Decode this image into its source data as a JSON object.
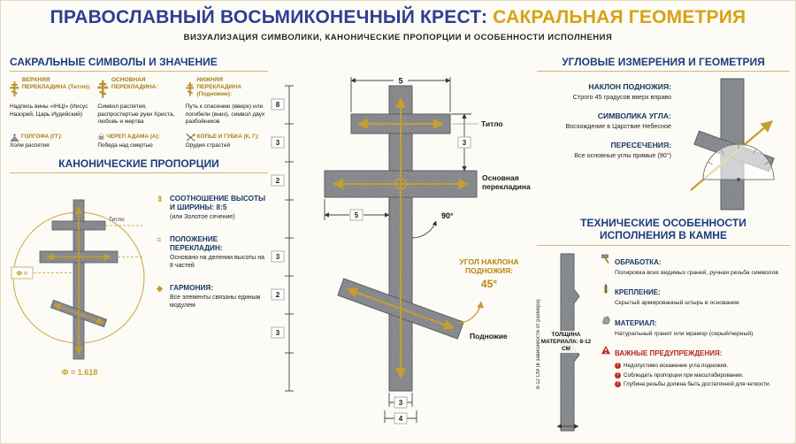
{
  "header": {
    "title_blue": "ПРАВОСЛАВНЫЙ ВОСЬМИКОНЕЧНЫЙ КРЕСТ:",
    "title_gold": "САКРАЛЬНАЯ ГЕОМЕТРИЯ",
    "subtitle": "ВИЗУАЛИЗАЦИЯ СИМВОЛИКИ, КАНОНИЧЕСКИЕ ПРОПОРЦИИ И ОСОБЕННОСТИ ИСПОЛНЕНИЯ"
  },
  "symbols": {
    "heading": "САКРАЛЬНЫЕ СИМВОЛЫ И ЗНАЧЕНИЕ",
    "columns": [
      {
        "title": "ВЕРХНЯЯ ПЕРЕКЛАДИНА (Титло):",
        "text": "Надпись вины «ІНЦІ» (Иисус Назорей, Царь Иудейский)"
      },
      {
        "title": "ОСНОВНАЯ ПЕРЕКЛАДИНА:",
        "text": "Символ распятия, распростертые руки Христа, любовь и жертва"
      },
      {
        "title": "НИЖНЯЯ ПЕРЕКЛАДИНА (Подножие):",
        "text": "Путь к спасению (вверх) или погибели (вниз), символ двух разбойников"
      }
    ],
    "glossary": [
      {
        "title": "ГОЛГОФА (ГГ):",
        "text": "Холм распятия"
      },
      {
        "title": "ЧЕРЕП АДАМА (А):",
        "text": "Победа над смертью"
      },
      {
        "title": "КОПЬЕ И ГУБКА (К, Г):",
        "text": "Орудия страстей"
      }
    ],
    "skull_glyph": "☠"
  },
  "proportions": {
    "heading": "КАНОНИЧЕСКИЕ ПРОПОРЦИИ",
    "diagram": {
      "titlo_label": "Титло",
      "phi_label": "Ф =",
      "phi_caption": "Ф = 1.618"
    },
    "items": [
      {
        "icon": "⇕",
        "title": "СООТНОШЕНИЕ ВЫСОТЫ И ШИРИНЫ: 8:5",
        "text": "(или Золотое сечение)"
      },
      {
        "icon": "≡",
        "title": "ПОЛОЖЕНИЕ ПЕРЕКЛАДИН:",
        "text": "Основано на делении высоты на 8 частей"
      },
      {
        "icon": "◆",
        "title": "ГАРМОНИЯ:",
        "text": "Все элементы связаны единым модулем"
      }
    ]
  },
  "blueprint": {
    "labels": {
      "titlo": "Титло",
      "main_bar_line1": "Основная",
      "main_bar_line2": "перекладина",
      "footrest": "Подножие",
      "right_angle": "90°",
      "slope_line1": "УГОЛ НАКЛОНА",
      "slope_line2": "ПОДНОЖИЯ:",
      "slope_value": "45°"
    },
    "dims": {
      "top_width": "5",
      "mid_width": "5",
      "top_right": "3",
      "left": [
        "8",
        "3",
        "2",
        "3",
        "2",
        "3"
      ],
      "bottom_post": "3",
      "bottom_base": "4"
    }
  },
  "angles": {
    "heading": "УГЛОВЫЕ ИЗМЕРЕНИЯ И ГЕОМЕТРИЯ",
    "items": [
      {
        "title": "НАКЛОН ПОДНОЖИЯ:",
        "text": "Строго 45 градусов вверх вправо"
      },
      {
        "title": "СИМВОЛИКА УГЛА:",
        "text": "Восхождение в Царствие Небесное"
      },
      {
        "title": "ПЕРЕСЕЧЕНИЯ:",
        "text": "Все основные углы прямые (90°)"
      }
    ]
  },
  "technical": {
    "heading_line1": "ТЕХНИЧЕСКИЕ ОСОБЕННОСТИ",
    "heading_line2": "ИСПОЛНЕНИЯ В КАМНЕ",
    "thickness_label": "ТОЛЩИНА МАТЕРИАЛА: 8-12 СМ",
    "thickness_side": "8-12 СМ (в зависимости от размера)",
    "items": [
      {
        "title": "ОБРАБОТКА:",
        "text": "Полировка всех видимых граней, ручная резьба символов"
      },
      {
        "title": "КРЕПЛЕНИЕ:",
        "text": "Скрытый армированный штырь в основание"
      },
      {
        "title": "МАТЕРИАЛ:",
        "text": "Натуральный гранит или мрамор (серый/черный)"
      }
    ],
    "warnings": {
      "title": "ВАЖНЫЕ ПРЕДУПРЕЖДЕНИЯ:",
      "lines": [
        "Недопустимо искажение угла подножия.",
        "Соблюдать пропорции при масштабировании.",
        "Глубина резьбы должна быть достаточной для четкости."
      ]
    }
  },
  "colors": {
    "navy": "#1c3e7e",
    "title_blue": "#2e3e92",
    "gold": "#c79d2e",
    "red": "#b3261e",
    "granite": "#a3a6a9"
  }
}
